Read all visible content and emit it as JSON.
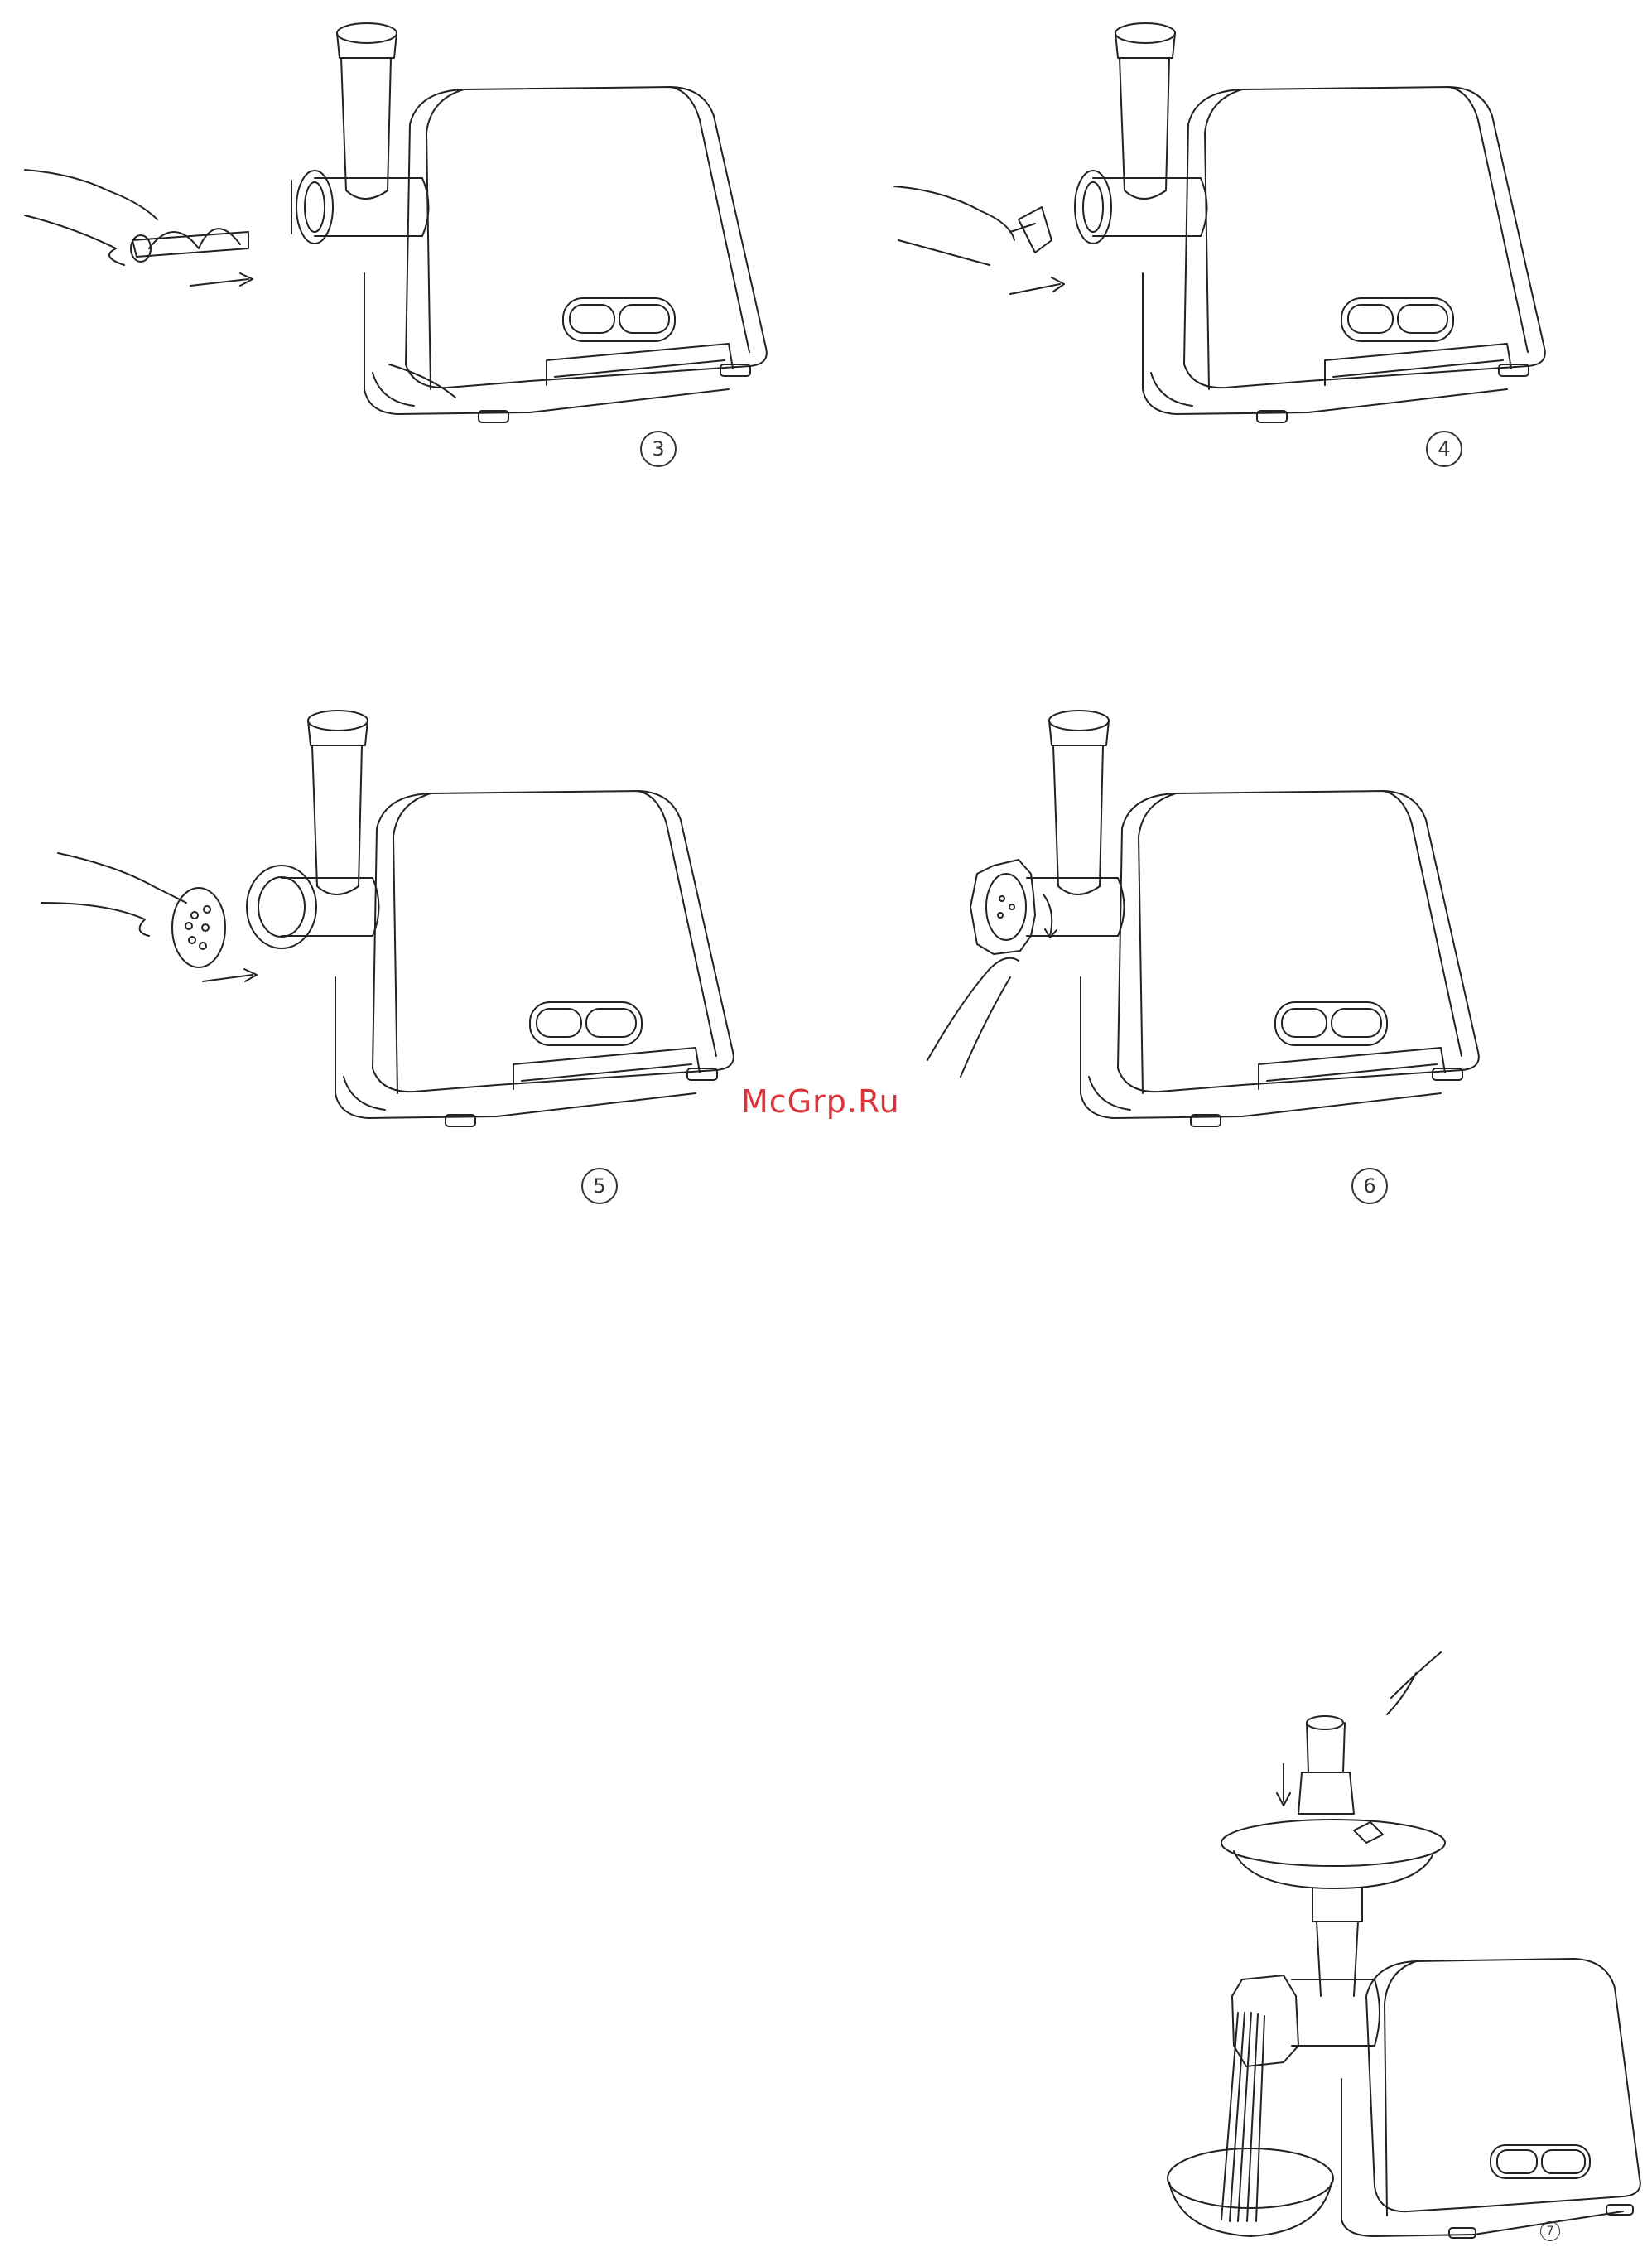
{
  "figures": [
    {
      "step": "3",
      "action": "insert auger",
      "arrow": "right"
    },
    {
      "step": "4",
      "action": "insert cutting blade",
      "arrow": "right"
    },
    {
      "step": "5",
      "action": "insert cutting plate",
      "arrow": "right"
    },
    {
      "step": "6",
      "action": "tighten ring nut",
      "arrow": "rotate"
    },
    {
      "step": "7",
      "action": "feed with pusher",
      "arrow": "down"
    }
  ],
  "watermark": "McGrp.Ru",
  "colors": {
    "line": "#222222",
    "watermark": "#d9343a"
  }
}
